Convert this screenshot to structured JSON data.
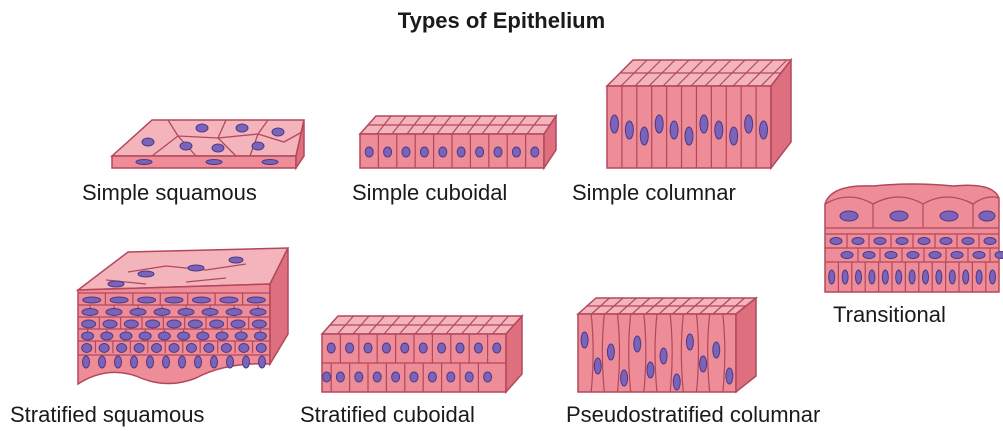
{
  "title": "Types of Epithelium",
  "colors": {
    "cell_fill": "#ee8c97",
    "cell_top": "#f4b4bc",
    "cell_side": "#de6f7e",
    "outline": "#b2485c",
    "nucleus": "#7a63b8",
    "nucleus_outline": "#4c3a86"
  },
  "tissues": [
    {
      "id": "simple-squamous",
      "label": "Simple squamous"
    },
    {
      "id": "simple-cuboidal",
      "label": "Simple cuboidal"
    },
    {
      "id": "simple-columnar",
      "label": "Simple columnar"
    },
    {
      "id": "transitional",
      "label": "Transitional"
    },
    {
      "id": "stratified-squamous",
      "label": "Stratified squamous"
    },
    {
      "id": "stratified-cuboidal",
      "label": "Stratified cuboidal"
    },
    {
      "id": "pseudostratified-columnar",
      "label": "Pseudostratified columnar"
    }
  ]
}
